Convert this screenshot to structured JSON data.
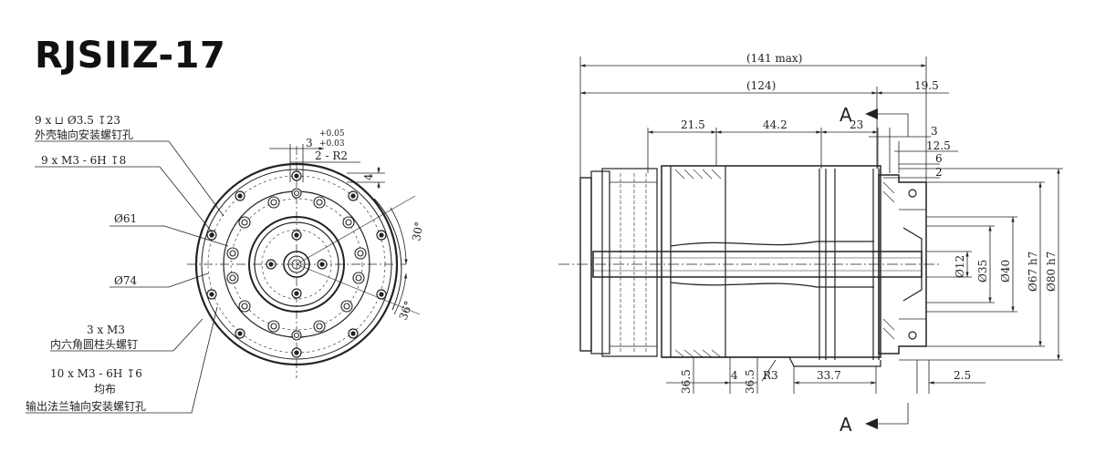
{
  "title": "RJSIIZ-17",
  "front_view": {
    "note_holes_a": "9 x ⊔ Ø3.5 ↧23",
    "note_holes_a_cn": "外壳轴向安装螺钉孔",
    "note_holes_b": "9 x M3 - 6H ↧8",
    "tol_upper": "+0.05",
    "tol_lower": "+0.03",
    "dim_3": "3",
    "dim_2r2": "2 - R2",
    "dim_4": "4",
    "dia_61": "Ø61",
    "dia_74": "Ø74",
    "angle_30": "30°",
    "angle_36": "36°",
    "note_screw": "3 x M3",
    "note_screw_cn": "内六角圆柱头螺钉",
    "note_flange": "10 x M3 - 6H ↧6",
    "note_flange_cn1": "均布",
    "note_flange_cn2": "输出法兰轴向安装螺钉孔"
  },
  "side_view": {
    "dim_141": "(141 max)",
    "dim_124": "(124)",
    "dim_19_5": "19.5",
    "dim_21_5": "21.5",
    "dim_44_2": "44.2",
    "dim_23": "23",
    "dim_3": "3",
    "dim_12_5": "12.5",
    "dim_6": "6",
    "dim_2": "2",
    "dia_12": "Ø12",
    "dia_35": "Ø35",
    "dia_40": "Ø40",
    "dia_67": "Ø67 h7",
    "dia_80": "Ø80 h7",
    "dim_36_5a": "36.5",
    "dim_4": "4",
    "dim_36_5b": "36.5",
    "dim_r3": "R3",
    "dim_33_7": "33.7",
    "dim_2_5": "2.5",
    "section_top": "A",
    "section_bottom": "A"
  }
}
